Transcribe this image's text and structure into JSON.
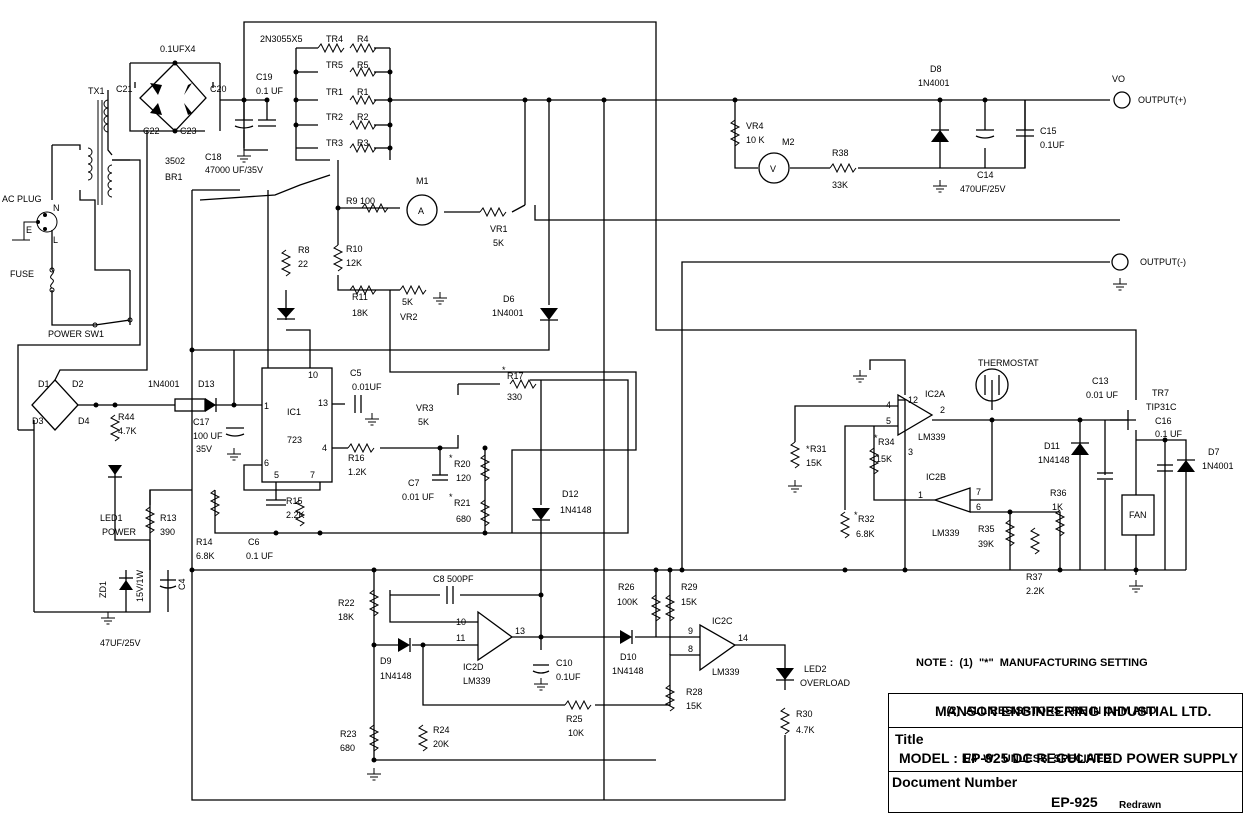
{
  "title_block": {
    "company": "MANSON ENGINEERING INDUSTIAL LTD.",
    "title_label": "Title",
    "model_line": "MODEL : EP-925 DC REGULATED POWER SUPPLY",
    "doc_label": "Document Number",
    "doc_number": "EP-925",
    "redrawn": "Redrawn"
  },
  "notes": {
    "line1": "NOTE :  (1)  \"*\"  MANUFACTURING SETTING",
    "line2": "          (2)  ALL RESISRTORS ARE IN OHM AND",
    "line3": "               1/4  W   UNLESS  SPECIFIED"
  },
  "terminals": {
    "vo": "VO",
    "out_pos": "OUTPUT(+)",
    "out_neg": "OUTPUT(-)"
  },
  "labels": {
    "ac_plug": "AC PLUG",
    "e": "E",
    "n": "N",
    "l": "L",
    "fuse": "FUSE",
    "power_sw": "POWER SW1",
    "tx1": "TX1",
    "c_x4": "0.1UFX4",
    "c21": "C21",
    "c20": "C20",
    "c22": "C22",
    "c23": "C23",
    "br1a": "3502",
    "br1b": "BR1",
    "trs": "2N3055X5",
    "tr4": "TR4",
    "tr5": "TR5",
    "tr1": "TR1",
    "tr2": "TR2",
    "tr3": "TR3",
    "r4": "R4",
    "r5": "R5",
    "r1": "R1",
    "r2": "R2",
    "r3": "R3",
    "c19": "C19",
    "c19v": "0.1 UF",
    "c18": "C18",
    "c18v": "47000 UF/35V",
    "r9": "R9 100",
    "m1": "M1",
    "m1g": "A",
    "vr1": "VR1",
    "vr1v": "5K",
    "r10": "R10",
    "r10v": "12K",
    "r11": "R11",
    "r11v": "18K",
    "vr2": "VR2",
    "vr2v": "5K",
    "r8": "R8",
    "r8v": "22",
    "d6": "D6",
    "d6v": "1N4001",
    "d8": "D8",
    "d8v": "1N4001",
    "vr4": "VR4",
    "vr4v": "10 K",
    "m2": "M2",
    "m2g": "V",
    "r38": "R38",
    "r38v": "33K",
    "c14": "C14",
    "c14v": "470UF/25V",
    "c15": "C15",
    "c15v": "0.1UF",
    "d1": "D1",
    "d2": "D2",
    "d3": "D3",
    "d4": "D4",
    "d13": "D13",
    "d13t": "1N4001",
    "r44": "R44",
    "r44v": "4.7K",
    "c17": "C17",
    "c17v": "100 UF",
    "c17v2": "35V",
    "led1": "LED1",
    "led1b": "POWER",
    "r13": "R13",
    "r13v": "390",
    "zd1": "ZD1",
    "zd1v": "15V/1W",
    "c4": "C4",
    "c4v": "47UF/25V",
    "ic1": "IC1",
    "ic1v": "723",
    "p1": "1",
    "p10": "10",
    "p13": "13",
    "p4": "4",
    "p6": "6",
    "p5": "5",
    "p7": "7",
    "c5": "C5",
    "c5v": "0.01UF",
    "r16": "R16",
    "r16v": "1.2K",
    "r14": "R14",
    "r14v": "6.8K",
    "r15": "R15",
    "r15v": "2.2K",
    "c6": "C6",
    "c6v": "0.1 UF",
    "vr3": "VR3",
    "vr3v": "5K",
    "r17": "R17",
    "r17v": "330",
    "c7": "C7",
    "c7v": "0.01 UF",
    "r20": "R20",
    "r20v": "120",
    "r21": "R21",
    "r21v": "680",
    "star": "*",
    "d12": "D12",
    "d12v": "1N4148",
    "c8": "C8 500PF",
    "r22": "R22",
    "r22v": "18K",
    "d9": "D9",
    "d9v": "1N4148",
    "ic2d": "IC2D",
    "ic2dv": "LM339",
    "p10b": "10",
    "p11": "11",
    "p13b": "13",
    "c10": "C10",
    "c10v": "0.1UF",
    "r23": "R23",
    "r23v": "680",
    "r24": "R24",
    "r24v": "20K",
    "r25": "R25",
    "r25v": "10K",
    "d10": "D10",
    "d10v": "1N4148",
    "r26": "R26",
    "r26v": "100K",
    "r29": "R29",
    "r29v": "15K",
    "r28": "R28",
    "r28v": "15K",
    "ic2c": "IC2C",
    "ic2cv": "LM339",
    "p9": "9",
    "p8": "8",
    "p14": "14",
    "led2": "LED2",
    "led2v": "OVERLOAD",
    "r30": "R30",
    "r30v": "4.7K",
    "thermostat": "THERMOSTAT",
    "ic2a": "IC2A",
    "ic2av": "LM339",
    "p4b": "4",
    "p5b": "5",
    "p12": "12",
    "p2": "2",
    "p3": "3",
    "r31": "R31",
    "r31v": "15K",
    "r34": "R34",
    "r34v": "15K",
    "r32": "R32",
    "r32v": "6.8K",
    "ic2b": "IC2B",
    "ic2bv": "LM339",
    "p1b": "1",
    "p7b": "7",
    "p6b": "6",
    "r35": "R35",
    "r35v": "39K",
    "r36": "R36",
    "r36v": "1K",
    "r37": "R37",
    "r37v": "2.2K",
    "c13": "C13",
    "c13v": "0.01 UF",
    "tr7": "TR7",
    "tr7v": "TIP31C",
    "d11": "D11",
    "d11v": "1N4148",
    "c16": "C16",
    "c16v": "0.1 UF",
    "d7": "D7",
    "d7v": "1N4001",
    "fan": "FAN"
  }
}
